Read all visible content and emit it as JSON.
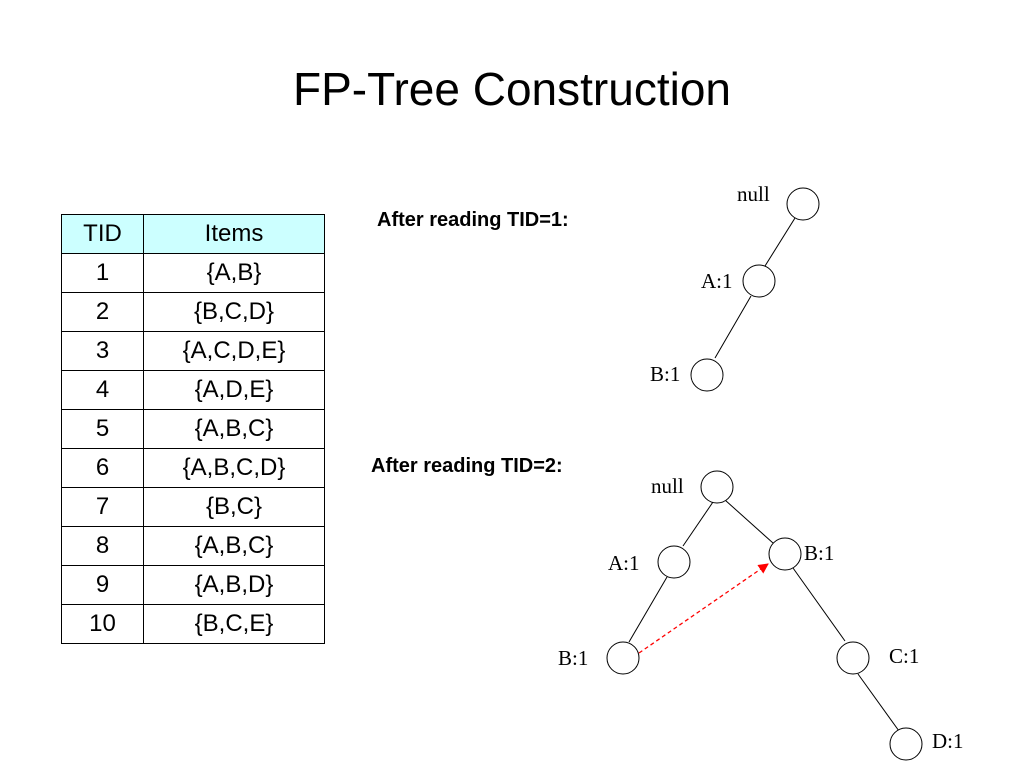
{
  "title": "FP-Tree Construction",
  "table": {
    "headers": [
      "TID",
      "Items"
    ],
    "rows": [
      [
        "1",
        "{A,B}"
      ],
      [
        "2",
        "{B,C,D}"
      ],
      [
        "3",
        "{A,C,D,E}"
      ],
      [
        "4",
        "{A,D,E}"
      ],
      [
        "5",
        "{A,B,C}"
      ],
      [
        "6",
        "{A,B,C,D}"
      ],
      [
        "7",
        "{B,C}"
      ],
      [
        "8",
        "{A,B,C}"
      ],
      [
        "9",
        "{A,B,D}"
      ],
      [
        "10",
        "{B,C,E}"
      ]
    ],
    "header_color": "#ccffff"
  },
  "tree1": {
    "heading": "After reading TID=1:",
    "null_label": "null",
    "a_label": "A:1",
    "b_label": "B:1"
  },
  "tree2": {
    "heading": "After reading TID=2:",
    "null_label": "null",
    "a_label": "A:1",
    "ab_label": "B:1",
    "b_label": "B:1",
    "c_label": "C:1",
    "d_label": "D:1",
    "node_link_color": "#ff0000"
  }
}
